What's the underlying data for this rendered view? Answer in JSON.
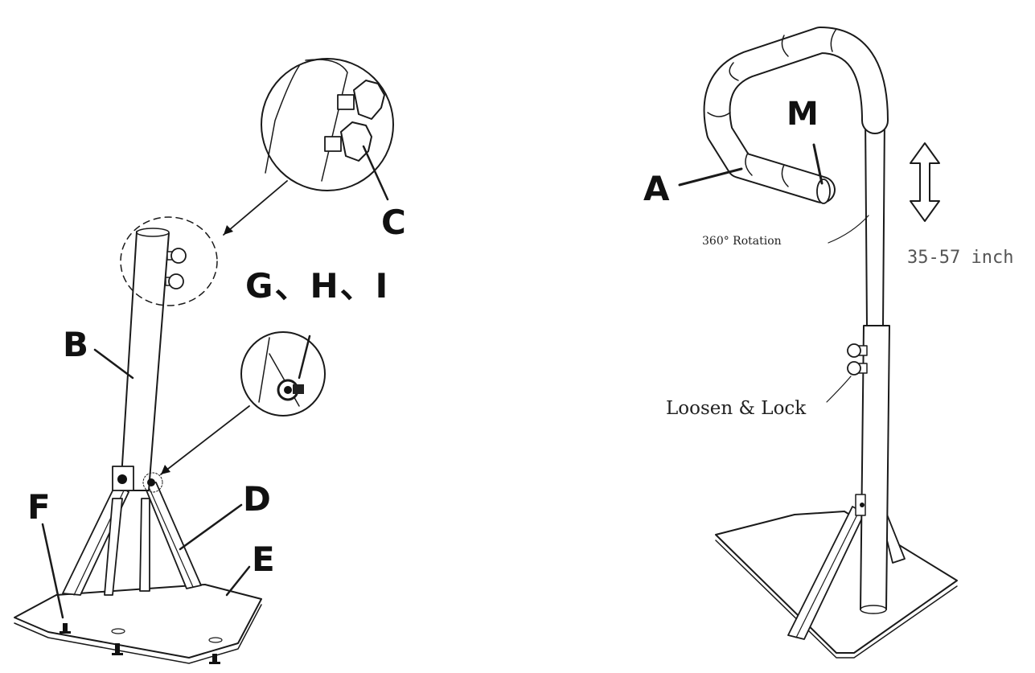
{
  "left_diagram": {
    "labels": {
      "a_c": "C",
      "b": "B",
      "ghi": "G、H、I",
      "f": "F",
      "d": "D",
      "e": "E"
    }
  },
  "right_diagram": {
    "labels": {
      "m": "M",
      "a": "A"
    },
    "annotations": {
      "rotation": "360° Rotation",
      "lock": "Loosen & Lock",
      "height": "35-57 inch"
    }
  }
}
